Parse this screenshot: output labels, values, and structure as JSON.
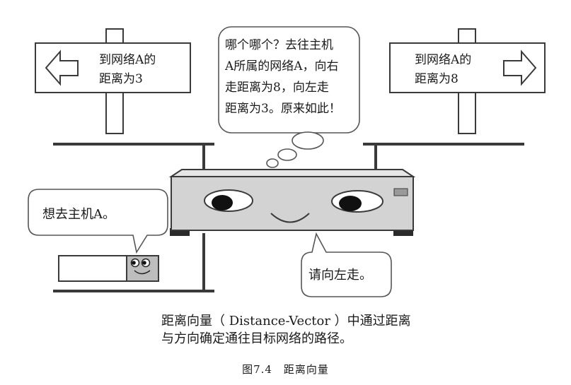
{
  "signs": {
    "left": {
      "line1": "到网络A的",
      "line2": "距离为3"
    },
    "right": {
      "line1": "到网络A的",
      "line2": "距离为8"
    }
  },
  "thought": {
    "line1": "哪个哪个？去往主机",
    "line2": "A所属的网络A，向右",
    "line3": "走距离为8，向左走",
    "line4": "距离为3。原来如此！"
  },
  "host_speech": "想去主机A。",
  "router_speech": "请向左走。",
  "description": {
    "line1": "距离向量（ Distance-Vector ）中通过距离",
    "line2": "与方向确定通往目标网络的路径。"
  },
  "caption": "图7.4　距离向量",
  "colors": {
    "line": "#3a3a3a",
    "router_body": "#d3d3d3",
    "bubble_border": "#555555",
    "host_face": "#bdbdbd"
  }
}
